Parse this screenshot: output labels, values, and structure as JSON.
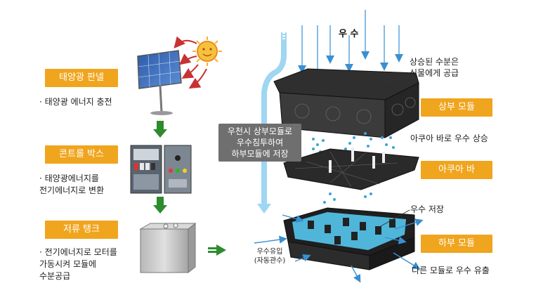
{
  "left_flow": {
    "solar_panel": {
      "label": "태양광 판넬",
      "desc": "· 태양광 에너지 충전"
    },
    "control_box": {
      "label": "콘트롤 박스",
      "desc": "· 태양광에너지를\n 전기에너지로 변환"
    },
    "storage_tank": {
      "label": "저류 탱크",
      "desc": "· 전기에너지로 모터를\n 가동시켜 모듈에\n 수분공급"
    }
  },
  "right_diagram": {
    "rain": "우 수",
    "rain_infiltration_note": "우천시 상부모듈로\n우수침투하여\n하부모듈에 저장",
    "upper_module": {
      "label": "상부 모듈",
      "callout": "상승된 수분은\n식물에게 공급"
    },
    "aqua_bar": {
      "label": "아쿠아 바",
      "callout": "아쿠아 바로 우수 상승"
    },
    "lower_module": {
      "label": "하부 모듈",
      "callout": "우수 저장"
    },
    "inflow_label": "우수유입\n(자동관수)",
    "outflow_label": "다른 모듈로 우수 유출"
  },
  "colors": {
    "label_orange": "#f0a51e",
    "arrow_green": "#2e8b2e",
    "water_blue": "#62c0e8",
    "note_gray": "#6f6f6f"
  }
}
